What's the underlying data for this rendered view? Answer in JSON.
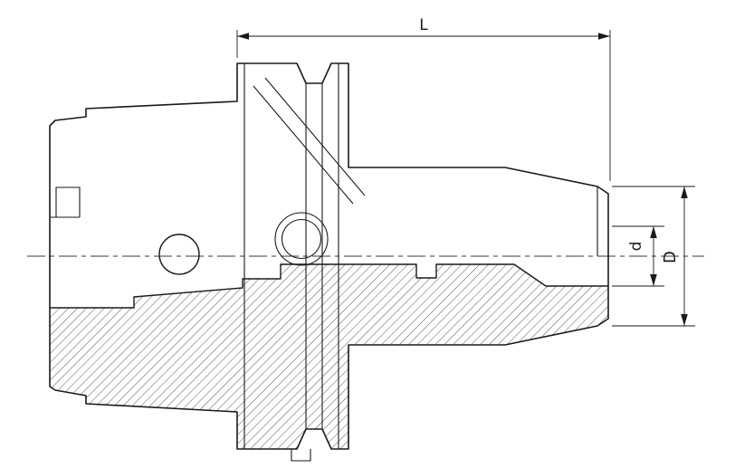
{
  "drawing": {
    "dimensions": {
      "length": {
        "label": "L"
      },
      "bore_diameter": {
        "label": "d"
      },
      "outer_diameter": {
        "label": "D"
      }
    },
    "colors": {
      "line": "#1a1a1a",
      "background": "#ffffff"
    }
  }
}
